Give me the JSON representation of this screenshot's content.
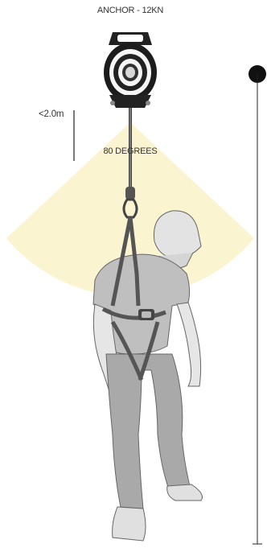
{
  "labels": {
    "anchor": "ANCHOR - 12KN",
    "distance": "<2.0m",
    "angle": "80 DEGREES"
  },
  "icons": {
    "anchor_device": "retractable-anchor-device-icon",
    "worker": "worker-in-harness-figure",
    "height_bar": "vertical-height-indicator"
  },
  "colors": {
    "cone_fill": "#fbf3cf",
    "line": "#222222",
    "figure_fill": "#a9a9a9",
    "skin_fill": "#eeeeee",
    "outline": "#444444"
  }
}
